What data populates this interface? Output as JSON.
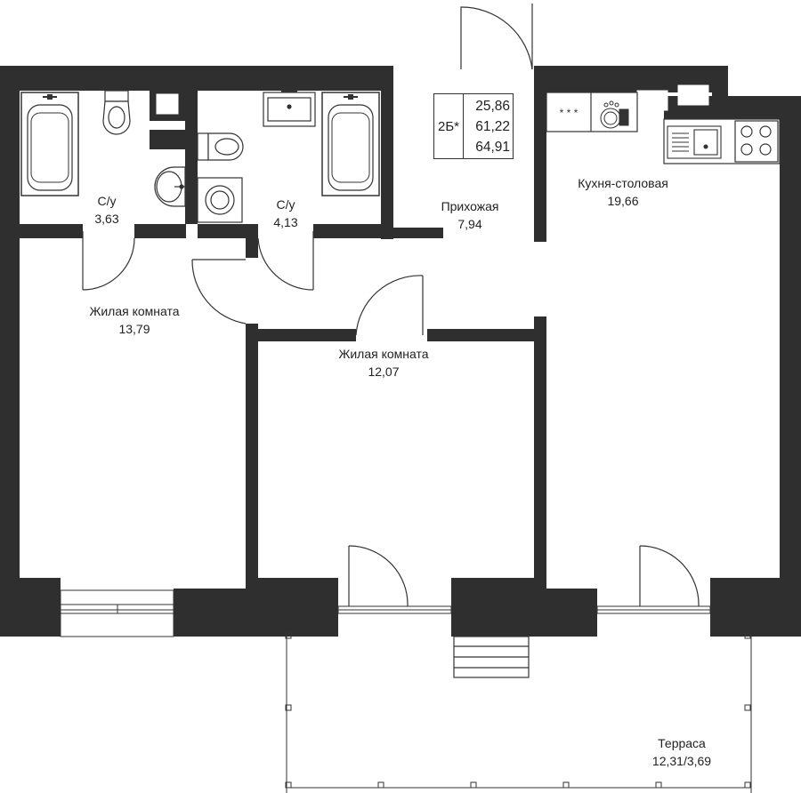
{
  "apartment": {
    "type": "2Б*",
    "areas": [
      "25,86",
      "61,22",
      "64,91"
    ]
  },
  "rooms": {
    "bathroom_1": {
      "name": "С/у",
      "area": "3,63"
    },
    "bathroom_2": {
      "name": "С/у",
      "area": "4,13"
    },
    "hallway": {
      "name": "Прихожая",
      "area": "7,94"
    },
    "kitchen": {
      "name": "Кухня-столовая",
      "area": "19,66"
    },
    "living_1": {
      "name": "Жилая комната",
      "area": "13,79"
    },
    "living_2": {
      "name": "Жилая комната",
      "area": "12,07"
    },
    "terrace": {
      "name": "Терраса",
      "area": "12,31/3,69"
    }
  },
  "colors": {
    "wall": "#2f2f2f",
    "line": "#333333",
    "background": "#ffffff"
  },
  "icons": [
    "bathtub-icon",
    "toilet-icon",
    "sink-icon",
    "washing-machine-icon",
    "stove-icon",
    "dishwasher-icon",
    "door-icon",
    "window-icon"
  ]
}
